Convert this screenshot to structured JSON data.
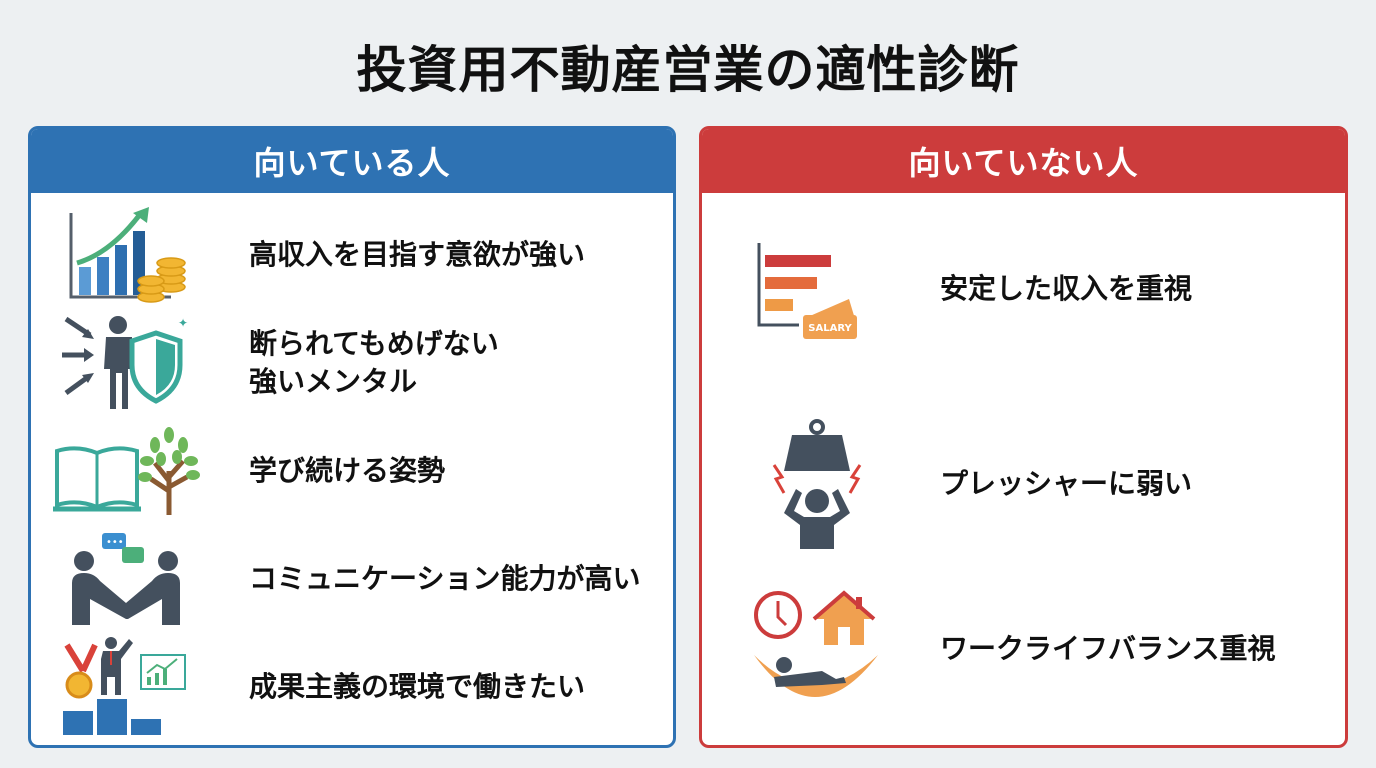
{
  "title": "投資用不動産営業の適性診断",
  "colors": {
    "good_accent": "#2e72b3",
    "bad_accent": "#cc3c3c",
    "background": "#edf0f2",
    "icon_dark": "#44505e"
  },
  "suited": {
    "header": "向いている人",
    "items": [
      {
        "label": "高収入を目指す意欲が強い",
        "icon": "growth-chart-coins-icon"
      },
      {
        "label": "断られてもめげない\n強いメンタル",
        "icon": "person-shield-icon"
      },
      {
        "label": "学び続ける姿勢",
        "icon": "book-tree-icon"
      },
      {
        "label": "コミュニケーション能力が高い",
        "icon": "handshake-chat-icon"
      },
      {
        "label": "成果主義の環境で働きたい",
        "icon": "podium-medal-icon"
      }
    ]
  },
  "unsuited": {
    "header": "向いていない人",
    "items": [
      {
        "label": "安定した収入を重視",
        "icon": "salary-bars-icon",
        "icon_text": "SALARY"
      },
      {
        "label": "プレッシャーに弱い",
        "icon": "weight-stress-icon"
      },
      {
        "label": "ワークライフバランス重視",
        "icon": "clock-house-hammock-icon"
      }
    ]
  }
}
